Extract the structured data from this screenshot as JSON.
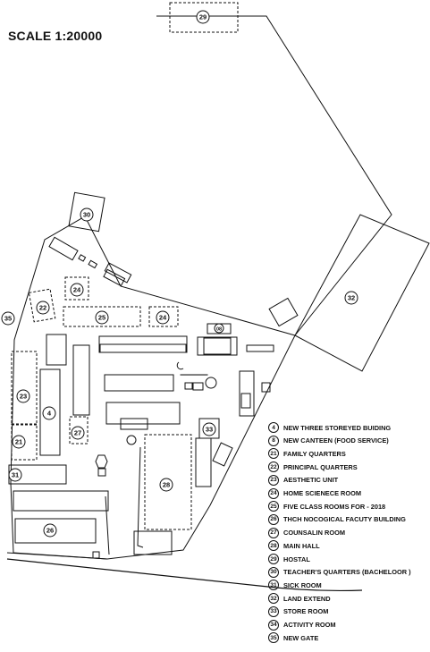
{
  "scale": "SCALE 1:20000",
  "markers": [
    "29",
    "30",
    "32",
    "35",
    "22",
    "24",
    "25",
    "24",
    "08",
    "23",
    "4",
    "27",
    "21",
    "33",
    "31",
    "28",
    "26"
  ],
  "legend": [
    {
      "num": "4",
      "label": "NEW THREE STOREYED BUIDING"
    },
    {
      "num": "8",
      "label": "NEW CANTEEN (FOOD SERVICE)"
    },
    {
      "num": "21",
      "label": "FAMILY QUARTERS"
    },
    {
      "num": "22",
      "label": "PRINCIPAL QUARTERS"
    },
    {
      "num": "23",
      "label": "AESTHETIC UNIT"
    },
    {
      "num": "24",
      "label": "HOME SCIENECE ROOM"
    },
    {
      "num": "25",
      "label": "FIVE CLASS ROOMS FOR - 2018"
    },
    {
      "num": "26",
      "label": "THCH NOCOGICAL FACUTY BUILDING"
    },
    {
      "num": "27",
      "label": "COUNSALIN ROOM"
    },
    {
      "num": "28",
      "label": "MAIN HALL"
    },
    {
      "num": "29",
      "label": "HOSTAL"
    },
    {
      "num": "30",
      "label": "TEACHER'S QUARTERS (BACHELOOR )"
    },
    {
      "num": "31",
      "label": "SICK ROOM"
    },
    {
      "num": "32",
      "label": "LAND EXTEND"
    },
    {
      "num": "33",
      "label": "STORE ROOM"
    },
    {
      "num": "34",
      "label": "ACTIVITY ROOM"
    },
    {
      "num": "35",
      "label": "NEW GATE"
    }
  ]
}
